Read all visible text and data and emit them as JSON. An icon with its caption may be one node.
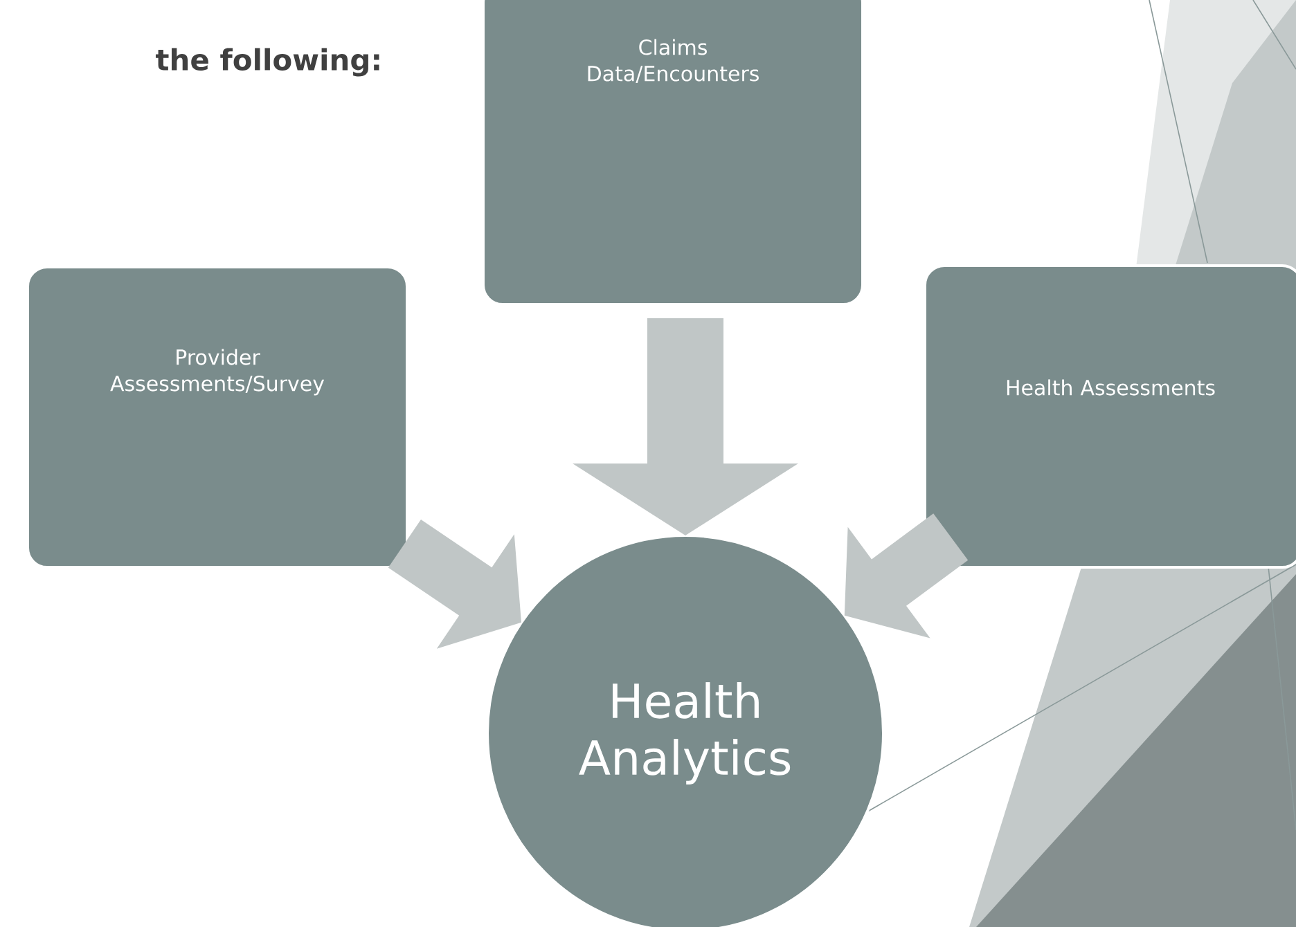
{
  "diagram": {
    "nodes": [
      {
        "text": [
          "Claims Data/Encounters"
        ]
      },
      {
        "text": [
          "Provider Assessments/Survey"
        ]
      },
      {
        "text": [
          "Health Assessments"
        ]
      },
      {
        "text": [
          "Health Analytics"
        ]
      }
    ],
    "edges": [
      {
        "from": 0,
        "to": 3,
        "arrow": "to"
      },
      {
        "from": 1,
        "to": 3,
        "arrow": "to"
      },
      {
        "from": 2,
        "to": 3,
        "arrow": "to"
      }
    ],
    "labels": [
      "the following:"
    ]
  }
}
